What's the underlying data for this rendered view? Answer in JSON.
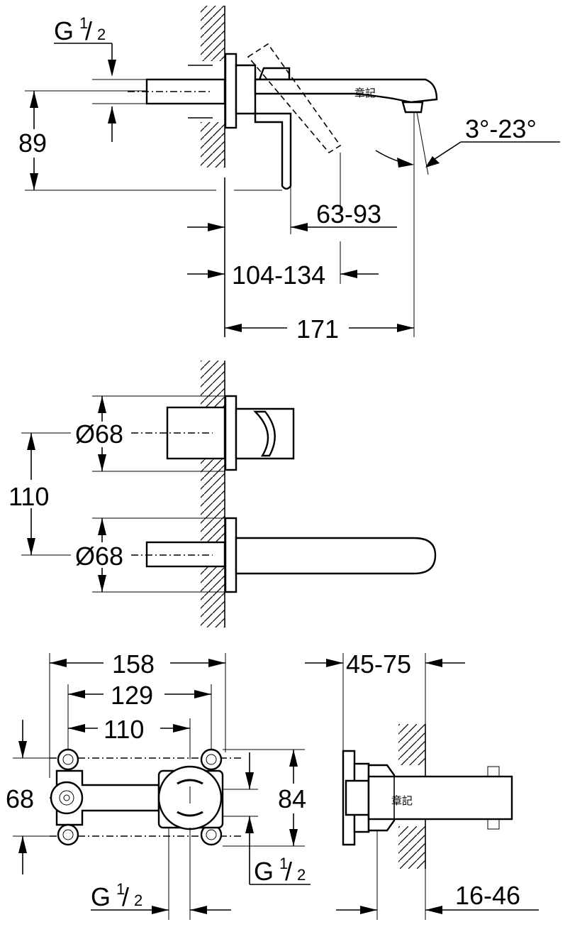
{
  "side_view": {
    "thread_top": "G",
    "thread_top_sup": "1",
    "thread_top_sub": "2",
    "height_89": "89",
    "dim_63_93": "63-93",
    "dim_104_134": "104-134",
    "dim_171": "171",
    "angle": "3°-23°",
    "stamp": "章記"
  },
  "top_view": {
    "dia_upper": "Ø68",
    "dia_lower": "Ø68",
    "spacing_110": "110"
  },
  "front_view": {
    "dim_158": "158",
    "dim_129": "129",
    "dim_110": "110",
    "dim_68": "68",
    "dim_84": "84",
    "thread_right": "G",
    "thread_right_sup": "1",
    "thread_right_sub": "2",
    "thread_bottom": "G",
    "thread_bottom_sup": "1",
    "thread_bottom_sub": "2"
  },
  "section_view": {
    "dim_45_75": "45-75",
    "dim_16_46": "16-46",
    "stamp": "章記"
  }
}
